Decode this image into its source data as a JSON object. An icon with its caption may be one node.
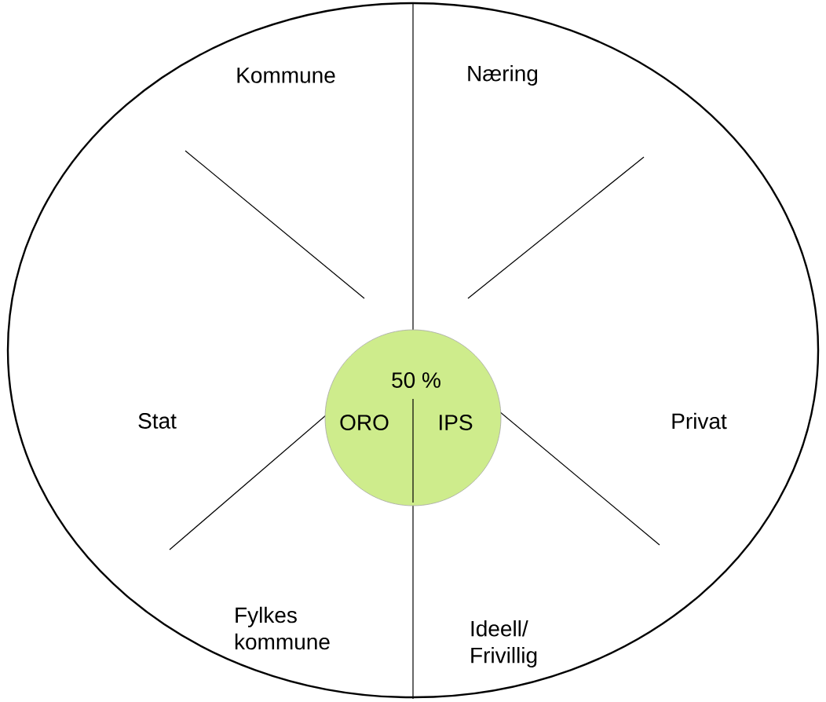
{
  "diagram": {
    "nodes": [
      {
        "text": [],
        "shape": "ellipse"
      },
      {
        "text": [
          "50 %",
          "ORO",
          "IPS"
        ],
        "in": 0
      }
    ],
    "labels": [
      "Kommune",
      "Næring",
      "Stat",
      "Privat",
      "Fylkes kommune",
      "Ideell/ Frivillig"
    ]
  }
}
